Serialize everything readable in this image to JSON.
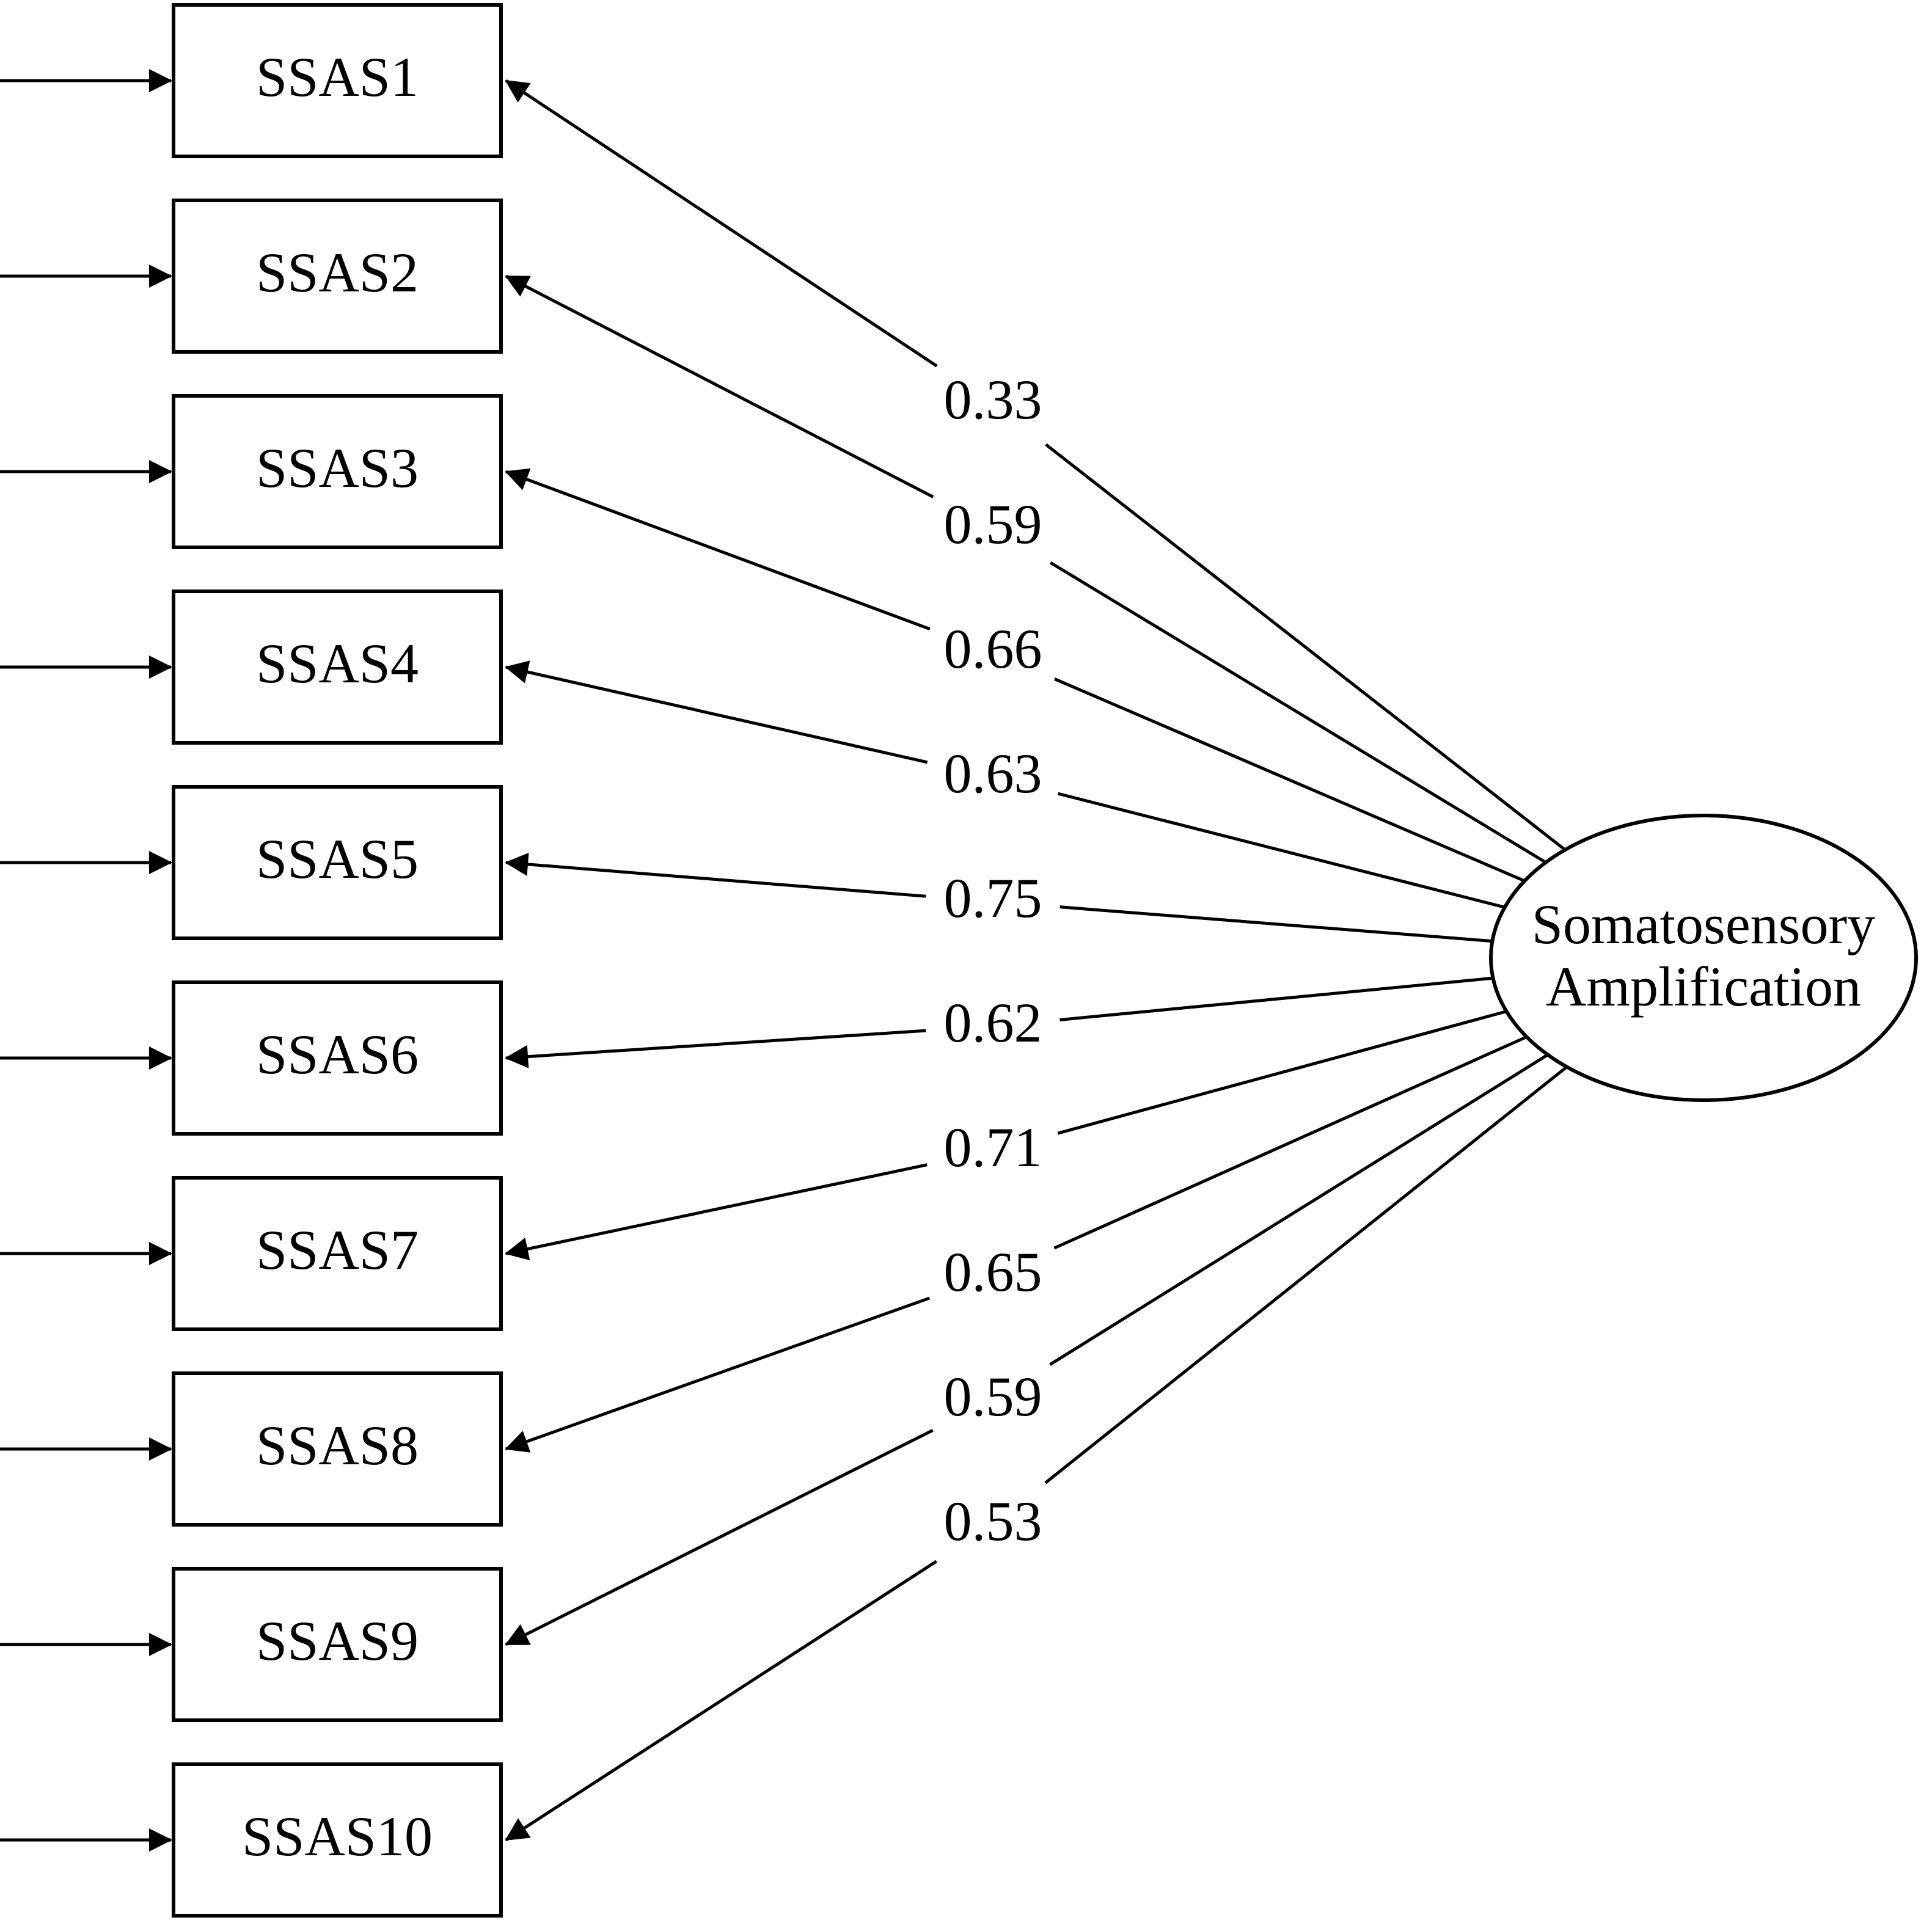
{
  "indicators": [
    {
      "label": "SSAS1",
      "loading": "0.33"
    },
    {
      "label": "SSAS2",
      "loading": "0.59"
    },
    {
      "label": "SSAS3",
      "loading": "0.66"
    },
    {
      "label": "SSAS4",
      "loading": "0.63"
    },
    {
      "label": "SSAS5",
      "loading": "0.75"
    },
    {
      "label": "SSAS6",
      "loading": "0.62"
    },
    {
      "label": "SSAS7",
      "loading": "0.71"
    },
    {
      "label": "SSAS8",
      "loading": "0.65"
    },
    {
      "label": "SSAS9",
      "loading": "0.59"
    },
    {
      "label": "SSAS10",
      "loading": "0.53"
    }
  ],
  "latent": {
    "line1": "Somatosensory",
    "line2": "Amplification"
  }
}
